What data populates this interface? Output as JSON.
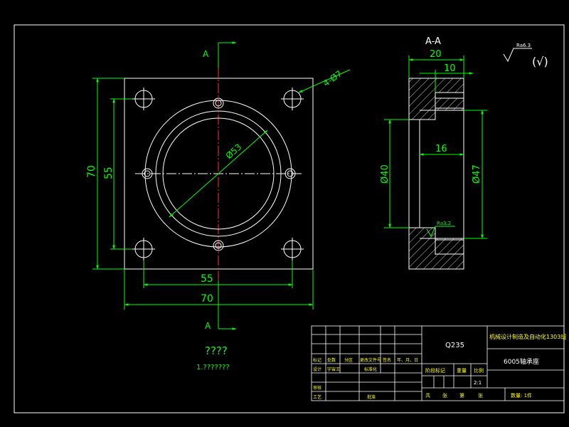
{
  "colors": {
    "background": "#000000",
    "outline": "#ffffff",
    "dimension": "#00ff00",
    "centerline": "#ff3030",
    "title_text": "#ffff00"
  },
  "front_view": {
    "section_mark_top": "A",
    "section_mark_bottom": "A",
    "dim_height_outer": "70",
    "dim_height_inner": "55",
    "dim_width_inner": "55",
    "dim_width_outer": "70",
    "dim_diameter": "Ø53",
    "dim_holes": "4-Ø7"
  },
  "section_view": {
    "title": "A-A",
    "dim_thickness": "20",
    "dim_step": "10",
    "dim_bore_depth": "16",
    "dim_inner_diameter": "Ø40",
    "dim_outer_diameter": "Ø47",
    "roughness_label": "Ra3.2",
    "roughness_top": "Ra6.3",
    "roughness_other": "(√)"
  },
  "notes": {
    "line1": "????",
    "line2": "1.???????"
  },
  "title_block": {
    "material": "Q235",
    "school": "机械设计制造及自动化1303班",
    "part_name": "6005轴承座",
    "row_labels": [
      "标记",
      "处数",
      "分区",
      "更改文件号",
      "签名",
      "年、月、日"
    ],
    "designer_label": "设计",
    "designer_name": "宇宙王",
    "standard_label": "标准化",
    "review_label": "审核",
    "process_label": "工艺",
    "approve_label": "批准",
    "stage_label": "阶段标记",
    "weight_label": "重量",
    "scale_label": "比例",
    "scale_value": "2:1",
    "sheets_total": "共",
    "sheets_label": "张",
    "sheet_no": "第",
    "sheet_label2": "张",
    "quantity": "数量: 1件"
  }
}
